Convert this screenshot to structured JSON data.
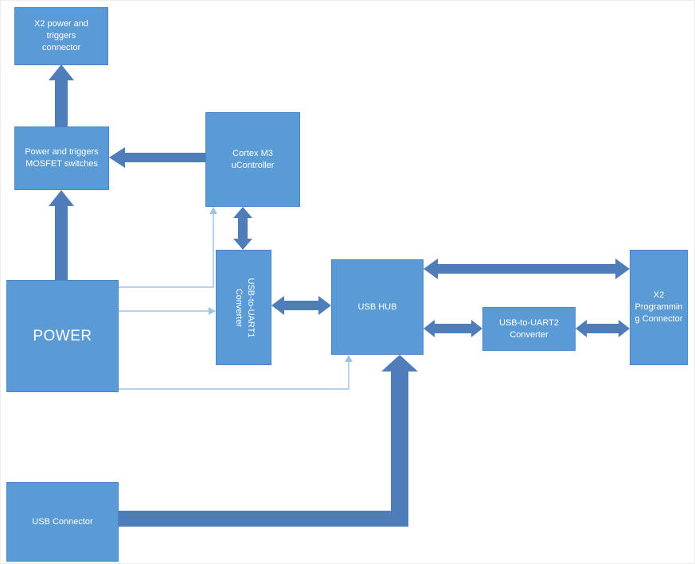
{
  "diagram": {
    "boxes": {
      "x2_power_triggers_connector": {
        "label": "X2 power and triggers connector"
      },
      "mosfet_switches": {
        "label": "Power and triggers MOSFET switches"
      },
      "cortex_m3": {
        "label": "Cortex M3 uController"
      },
      "power": {
        "label": "POWER"
      },
      "usb_uart1": {
        "label": "USB-to-UART1 Converter"
      },
      "usb_hub": {
        "label": "USB HUB"
      },
      "usb_uart2": {
        "label": "USB-to-UART2 Converter"
      },
      "x2_programming": {
        "label": "X2 Programming Connector"
      },
      "usb_connector": {
        "label": "USB Connector"
      }
    },
    "connections": [
      {
        "from": "mosfet_switches",
        "to": "x2_power_triggers_connector",
        "style": "thick-arrow",
        "direction": "one-way"
      },
      {
        "from": "cortex_m3",
        "to": "mosfet_switches",
        "style": "thick-arrow",
        "direction": "one-way"
      },
      {
        "from": "power",
        "to": "mosfet_switches",
        "style": "thick-arrow",
        "direction": "one-way"
      },
      {
        "from": "cortex_m3",
        "to": "usb_uart1",
        "style": "thick-arrow",
        "direction": "two-way"
      },
      {
        "from": "usb_uart1",
        "to": "usb_hub",
        "style": "thick-arrow",
        "direction": "two-way"
      },
      {
        "from": "usb_hub",
        "to": "x2_programming",
        "style": "thick-arrow",
        "direction": "two-way"
      },
      {
        "from": "usb_hub",
        "to": "usb_uart2",
        "style": "thick-arrow",
        "direction": "two-way"
      },
      {
        "from": "usb_uart2",
        "to": "x2_programming",
        "style": "thick-arrow",
        "direction": "two-way"
      },
      {
        "from": "usb_connector",
        "to": "usb_hub",
        "style": "thick-arrow",
        "direction": "one-way"
      },
      {
        "from": "power",
        "to": "cortex_m3",
        "style": "thin-line",
        "direction": "one-way"
      },
      {
        "from": "power",
        "to": "usb_uart1",
        "style": "thin-line",
        "direction": "one-way"
      },
      {
        "from": "power",
        "to": "usb_hub",
        "style": "thin-line",
        "direction": "one-way"
      }
    ],
    "colors": {
      "box_fill": "#5b9bd5",
      "box_border": "#4a86c5",
      "arrow_thick": "#4f7dba",
      "line_thin": "#9dc3e6",
      "text_color": "#ffffff"
    }
  }
}
